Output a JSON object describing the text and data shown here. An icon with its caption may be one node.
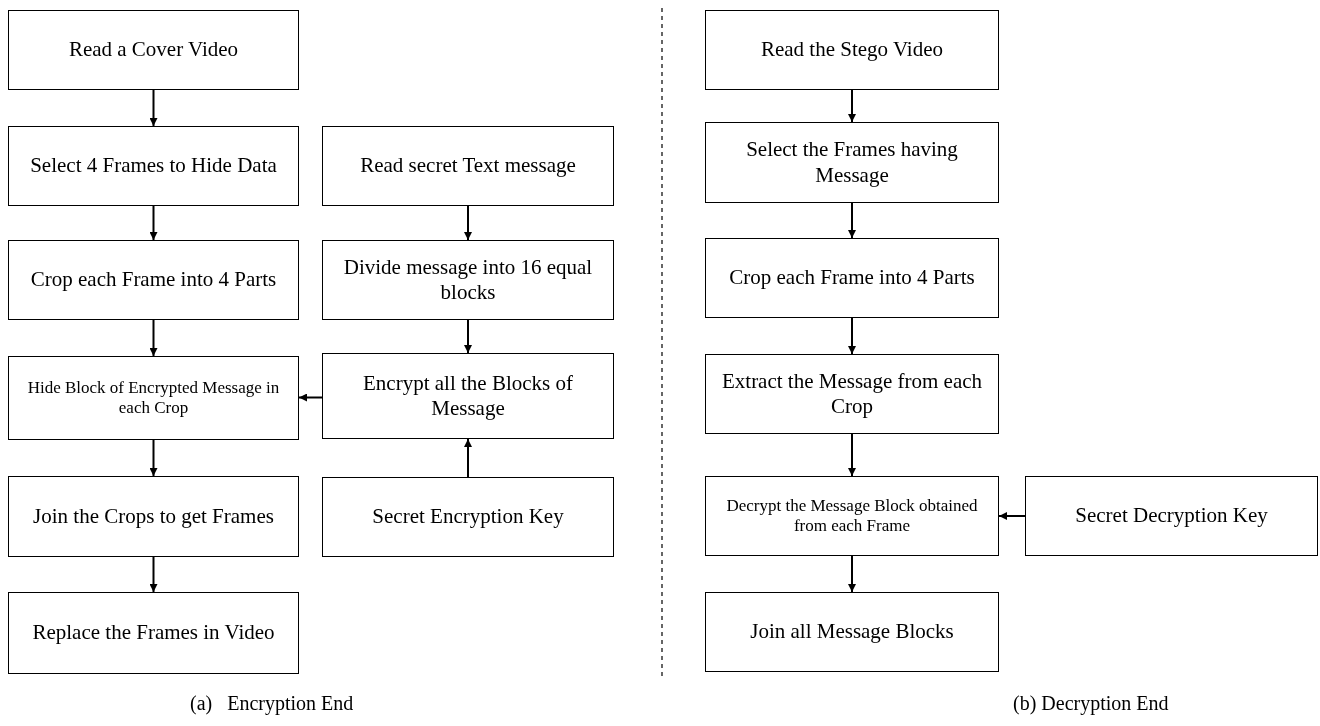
{
  "diagram": {
    "nodes": [
      {
        "text": [
          "Read a Cover Video"
        ]
      },
      {
        "text": [
          "Select 4 Frames to Hide Data"
        ]
      },
      {
        "text": [
          "Read secret Text message"
        ]
      },
      {
        "text": [
          "Crop each Frame into 4 Parts"
        ]
      },
      {
        "text": [
          "Divide message into 16 equal blocks"
        ]
      },
      {
        "text": [
          "Hide Block of Encrypted Message in each Crop"
        ]
      },
      {
        "text": [
          "Encrypt all the Blocks of Message"
        ]
      },
      {
        "text": [
          "Join the Crops to get Frames"
        ]
      },
      {
        "text": [
          "Secret Encryption Key"
        ]
      },
      {
        "text": [
          "Replace the Frames in Video"
        ]
      },
      {
        "text": [
          "Read the Stego Video"
        ]
      },
      {
        "text": [
          "Select the Frames having Message"
        ]
      },
      {
        "text": [
          "Crop each Frame into 4 Parts"
        ]
      },
      {
        "text": [
          "Extract the Message from each Crop"
        ]
      },
      {
        "text": [
          "Decrypt the Message Block obtained from each Frame"
        ]
      },
      {
        "text": [
          "Secret Decryption Key"
        ]
      },
      {
        "text": [
          "Join all Message Blocks"
        ]
      }
    ],
    "edges": [
      {
        "from": 0,
        "to": 1,
        "arrow": "to"
      },
      {
        "from": 1,
        "to": 3,
        "arrow": "to"
      },
      {
        "from": 3,
        "to": 5,
        "arrow": "to"
      },
      {
        "from": 5,
        "to": 7,
        "arrow": "to"
      },
      {
        "from": 7,
        "to": 9,
        "arrow": "to"
      },
      {
        "from": 2,
        "to": 4,
        "arrow": "to"
      },
      {
        "from": 4,
        "to": 6,
        "arrow": "to"
      },
      {
        "from": 6,
        "to": 5,
        "arrow": "to"
      },
      {
        "from": 8,
        "to": 6,
        "arrow": "to"
      },
      {
        "from": 10,
        "to": 11,
        "arrow": "to"
      },
      {
        "from": 11,
        "to": 12,
        "arrow": "to"
      },
      {
        "from": 12,
        "to": 13,
        "arrow": "to"
      },
      {
        "from": 13,
        "to": 14,
        "arrow": "to"
      },
      {
        "from": 15,
        "to": 14,
        "arrow": "to"
      },
      {
        "from": 14,
        "to": 16,
        "arrow": "to"
      }
    ],
    "labels": [
      "(a)   Encryption End",
      "(b) Decryption End"
    ]
  }
}
